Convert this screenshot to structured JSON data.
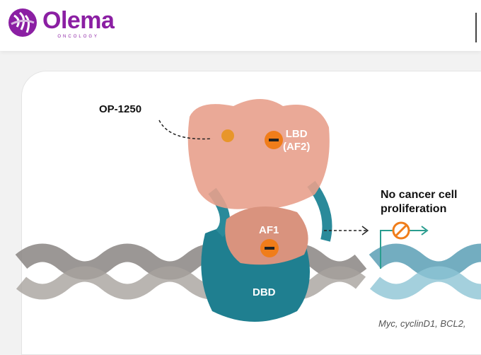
{
  "header": {
    "brand": "Olema",
    "brand_sub": "ONCOLOGY"
  },
  "diagram": {
    "drug_label": "OP-1250",
    "lbd_label_1": "LBD",
    "lbd_label_2": "(AF2)",
    "af1_label": "AF1",
    "dbd_label": "DBD",
    "outcome_1": "No cancer cell",
    "outcome_2": "proliferation",
    "genes": "Myc, cyclinD1, BCL2,"
  },
  "colors": {
    "brand": "#8b1fa3",
    "inhibitor": "#f07d1a",
    "protein": "#e8a08c",
    "dbd": "#1f7f90",
    "arrow": "#2a9d8f"
  }
}
